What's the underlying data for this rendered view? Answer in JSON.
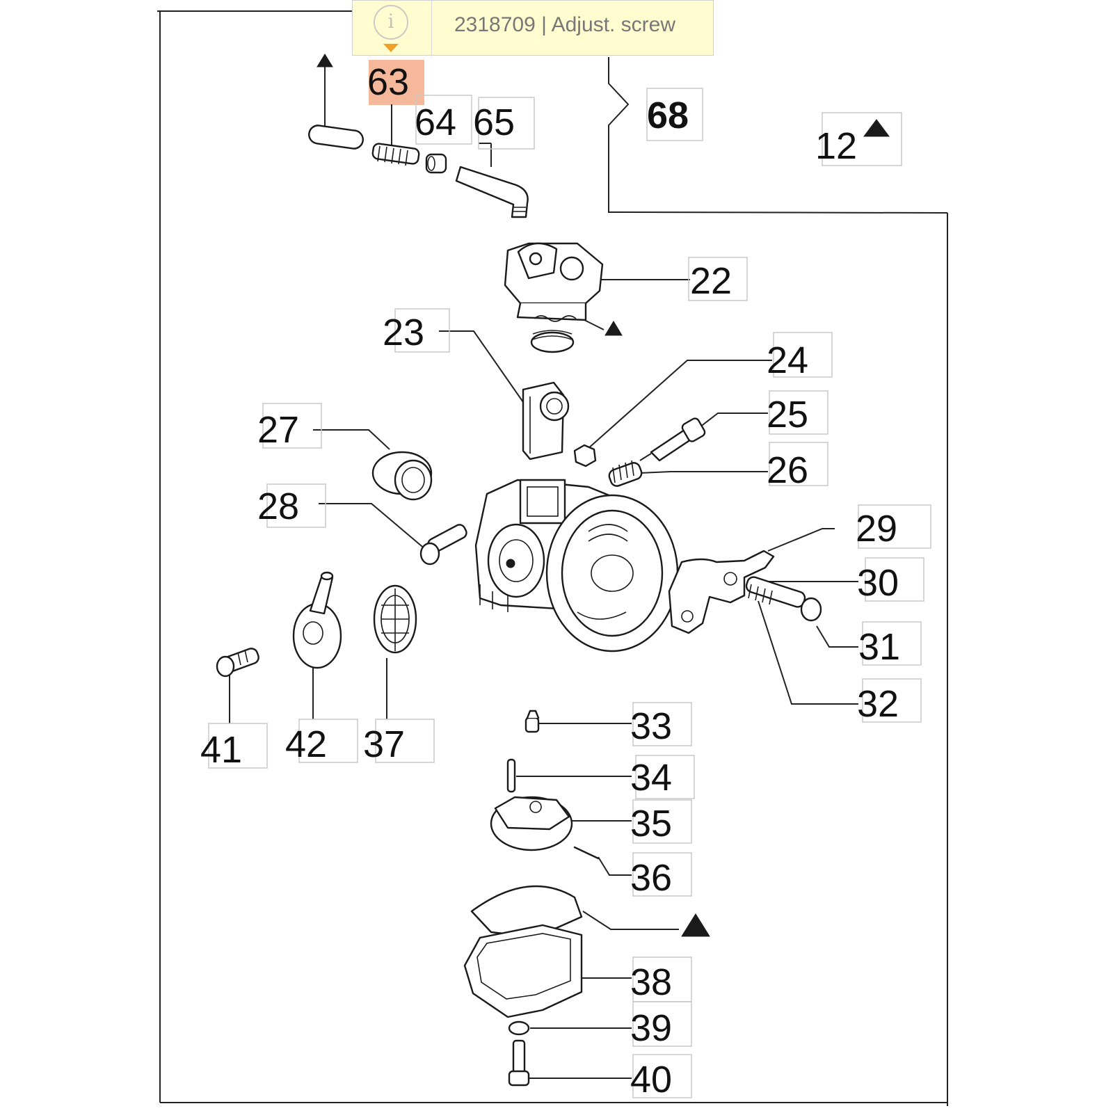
{
  "tooltip": {
    "text": "2318709 | Adjust. screw",
    "icon": "info-icon",
    "highlight_color": "#f5b89a",
    "arrow_color": "#f0a028"
  },
  "callouts": {
    "c63": "63",
    "c64": "64",
    "c65": "65",
    "c68": "68",
    "c12": "12",
    "c22": "22",
    "c23": "23",
    "c24": "24",
    "c25": "25",
    "c26": "26",
    "c27": "27",
    "c28": "28",
    "c29": "29",
    "c30": "30",
    "c31": "31",
    "c32": "32",
    "c33": "33",
    "c34": "34",
    "c35": "35",
    "c36": "36",
    "c37": "37",
    "c38": "38",
    "c39": "39",
    "c40": "40",
    "c41": "41",
    "c42": "42"
  },
  "selected_part": "63"
}
